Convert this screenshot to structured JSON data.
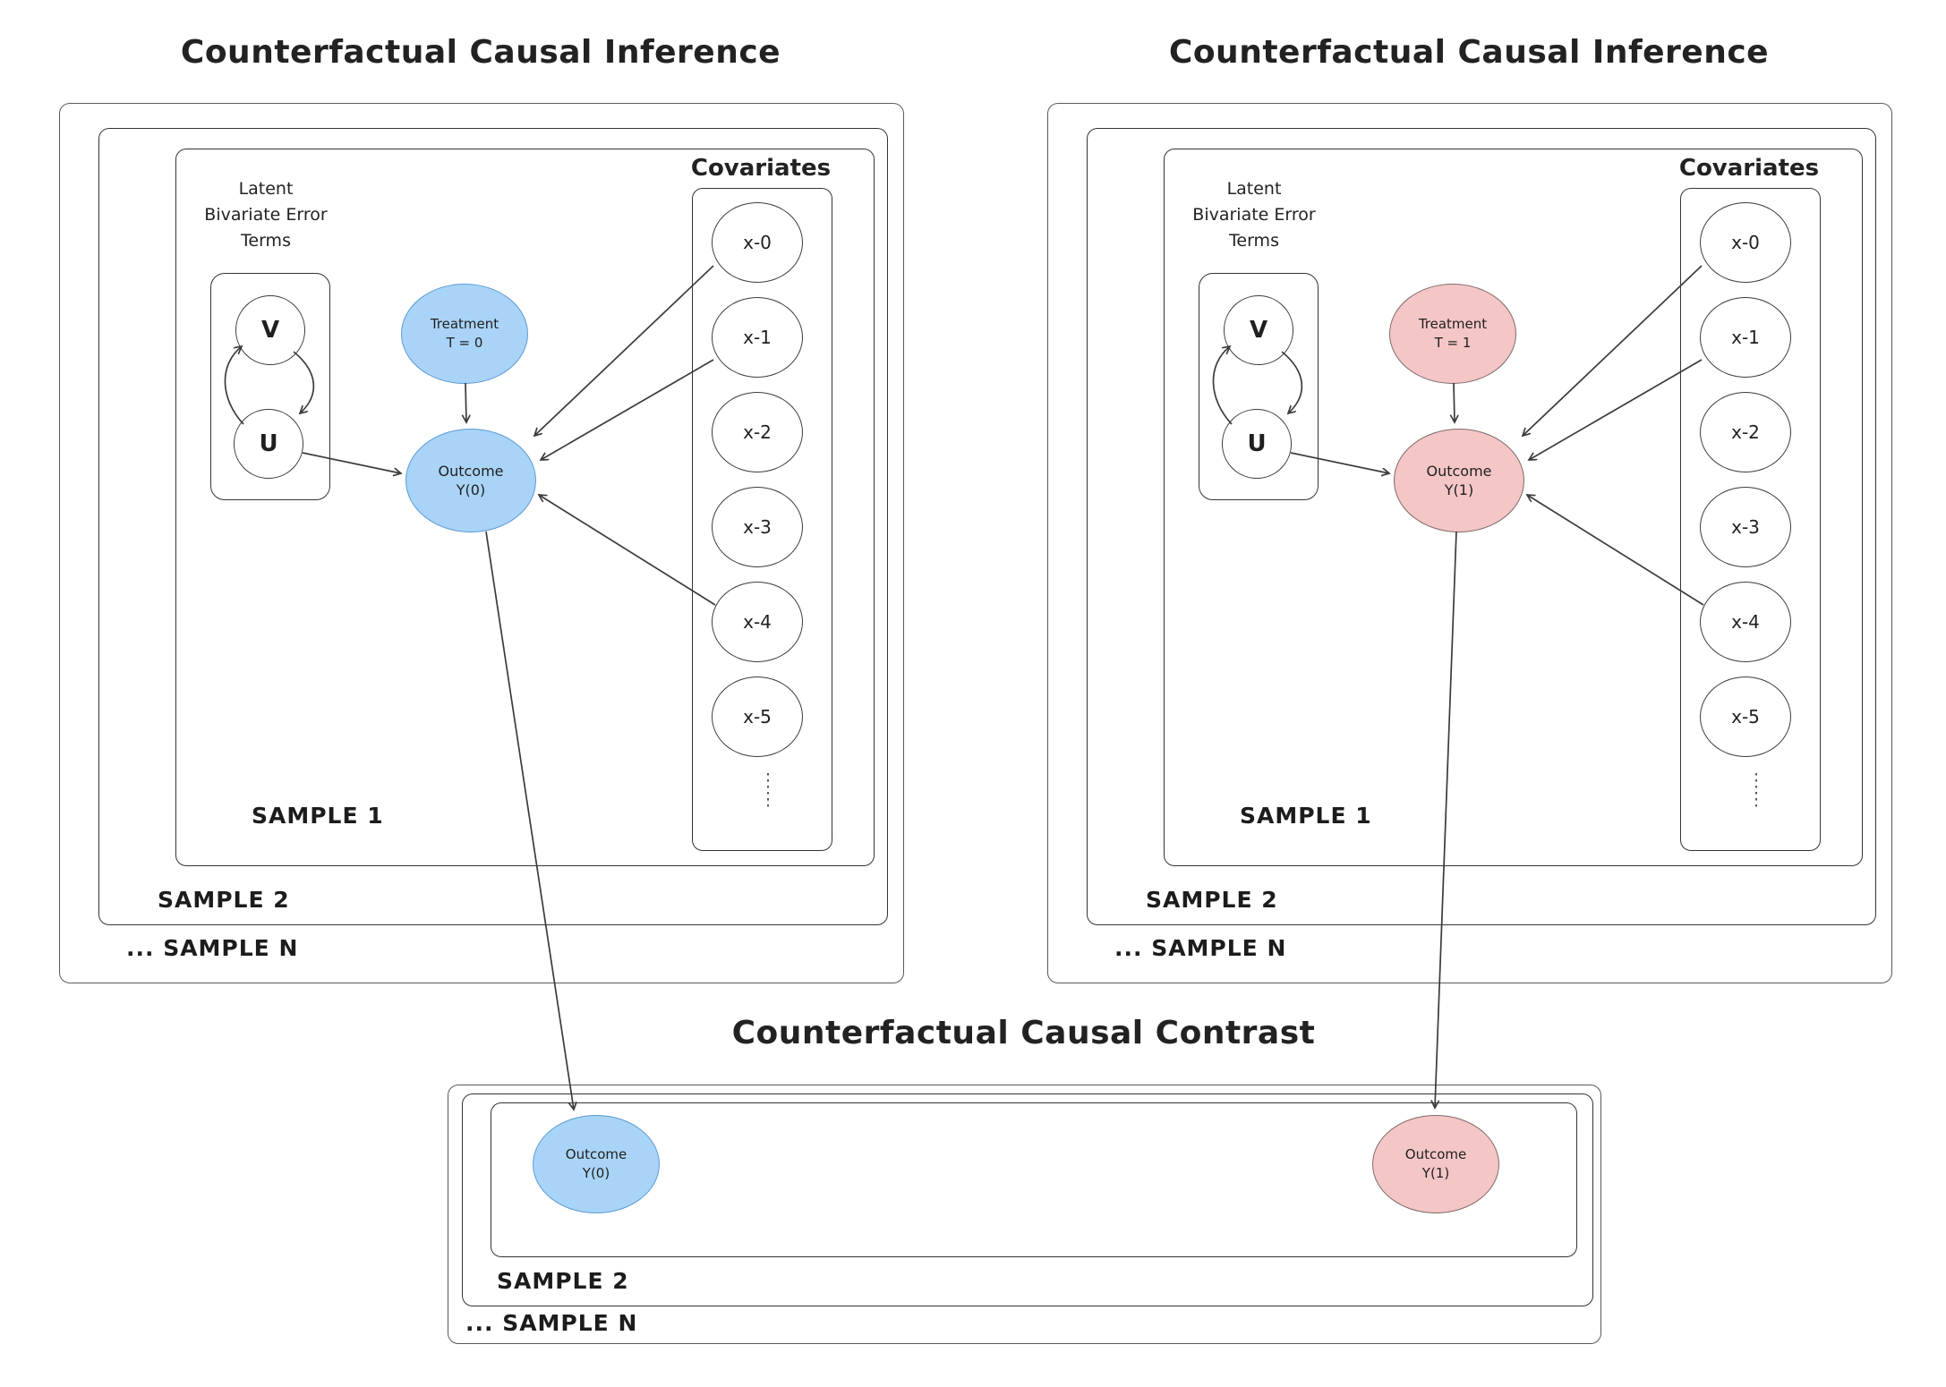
{
  "titles": {
    "left": "Counterfactual Causal Inference",
    "right": "Counterfactual Causal Inference",
    "bottom": "Counterfactual Causal Contrast"
  },
  "colors": {
    "blue_fill": "#a9d4f7",
    "blue_stroke": "#5b9bd5",
    "pink_fill": "#f5c6c6",
    "pink_stroke": "#7d6a6a",
    "line": "#3b3b3b",
    "box_stroke": "#343434"
  },
  "panels": {
    "left": {
      "latent1": "Latent",
      "latent2": "Bivariate Error",
      "latent3": "Terms",
      "v": "V",
      "u": "U",
      "treatment_line1": "Treatment",
      "treatment_line2": "T = 0",
      "outcome_line1": "Outcome",
      "outcome_line2": "Y(0)",
      "covariates_title": "Covariates",
      "covariates": [
        "x-0",
        "x-1",
        "x-2",
        "x-3",
        "x-4",
        "x-5"
      ],
      "sample1": "SAMPLE 1",
      "sample2": "SAMPLE 2",
      "sampleN": "... SAMPLE N"
    },
    "right": {
      "latent1": "Latent",
      "latent2": "Bivariate Error",
      "latent3": "Terms",
      "v": "V",
      "u": "U",
      "treatment_line1": "Treatment",
      "treatment_line2": "T = 1",
      "outcome_line1": "Outcome",
      "outcome_line2": "Y(1)",
      "covariates_title": "Covariates",
      "covariates": [
        "x-0",
        "x-1",
        "x-2",
        "x-3",
        "x-4",
        "x-5"
      ],
      "sample1": "SAMPLE 1",
      "sample2": "SAMPLE 2",
      "sampleN": "... SAMPLE N"
    },
    "bottom": {
      "outcome0_line1": "Outcome",
      "outcome0_line2": "Y(0)",
      "outcome1_line1": "Outcome",
      "outcome1_line2": "Y(1)",
      "sample2": "SAMPLE 2",
      "sampleN": "... SAMPLE N"
    }
  }
}
